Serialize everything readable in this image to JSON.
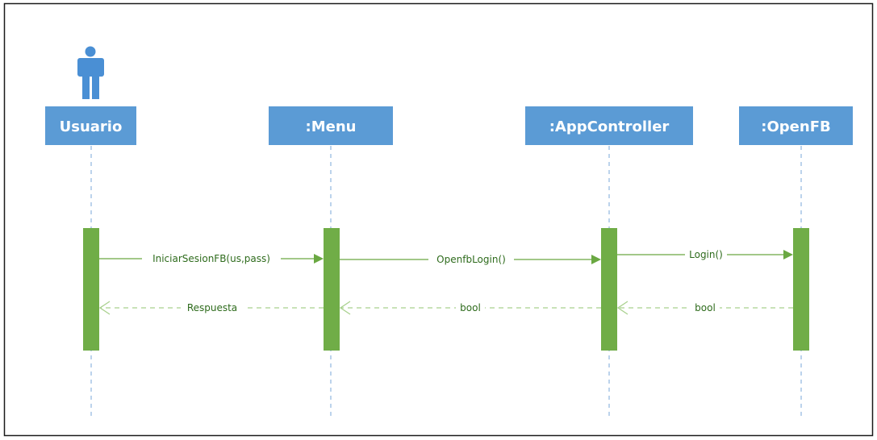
{
  "lifelines": [
    {
      "name": "Usuario",
      "actor": true
    },
    {
      "name": ":Menu",
      "actor": false
    },
    {
      "name": ":AppController",
      "actor": false
    },
    {
      "name": ":OpenFB",
      "actor": false
    }
  ],
  "messages": [
    {
      "label": "IniciarSesionFB(us,pass)",
      "from": 0,
      "to": 1,
      "kind": "call"
    },
    {
      "label": "OpenfbLogin()",
      "from": 1,
      "to": 2,
      "kind": "call"
    },
    {
      "label": "Login()",
      "from": 2,
      "to": 3,
      "kind": "call"
    },
    {
      "label": "Respuesta",
      "from": 1,
      "to": 0,
      "kind": "return"
    },
    {
      "label": "bool",
      "from": 2,
      "to": 1,
      "kind": "return"
    },
    {
      "label": "bool",
      "from": 3,
      "to": 2,
      "kind": "return"
    }
  ],
  "colors": {
    "header_fill": "#5b9bd5",
    "header_text": "#ffffff",
    "lifeline": "#7aa7d8",
    "activation": "#70ad47",
    "message": "#6aa842",
    "message_text": "#2e6b1c",
    "actor": "#4a8fd4"
  }
}
